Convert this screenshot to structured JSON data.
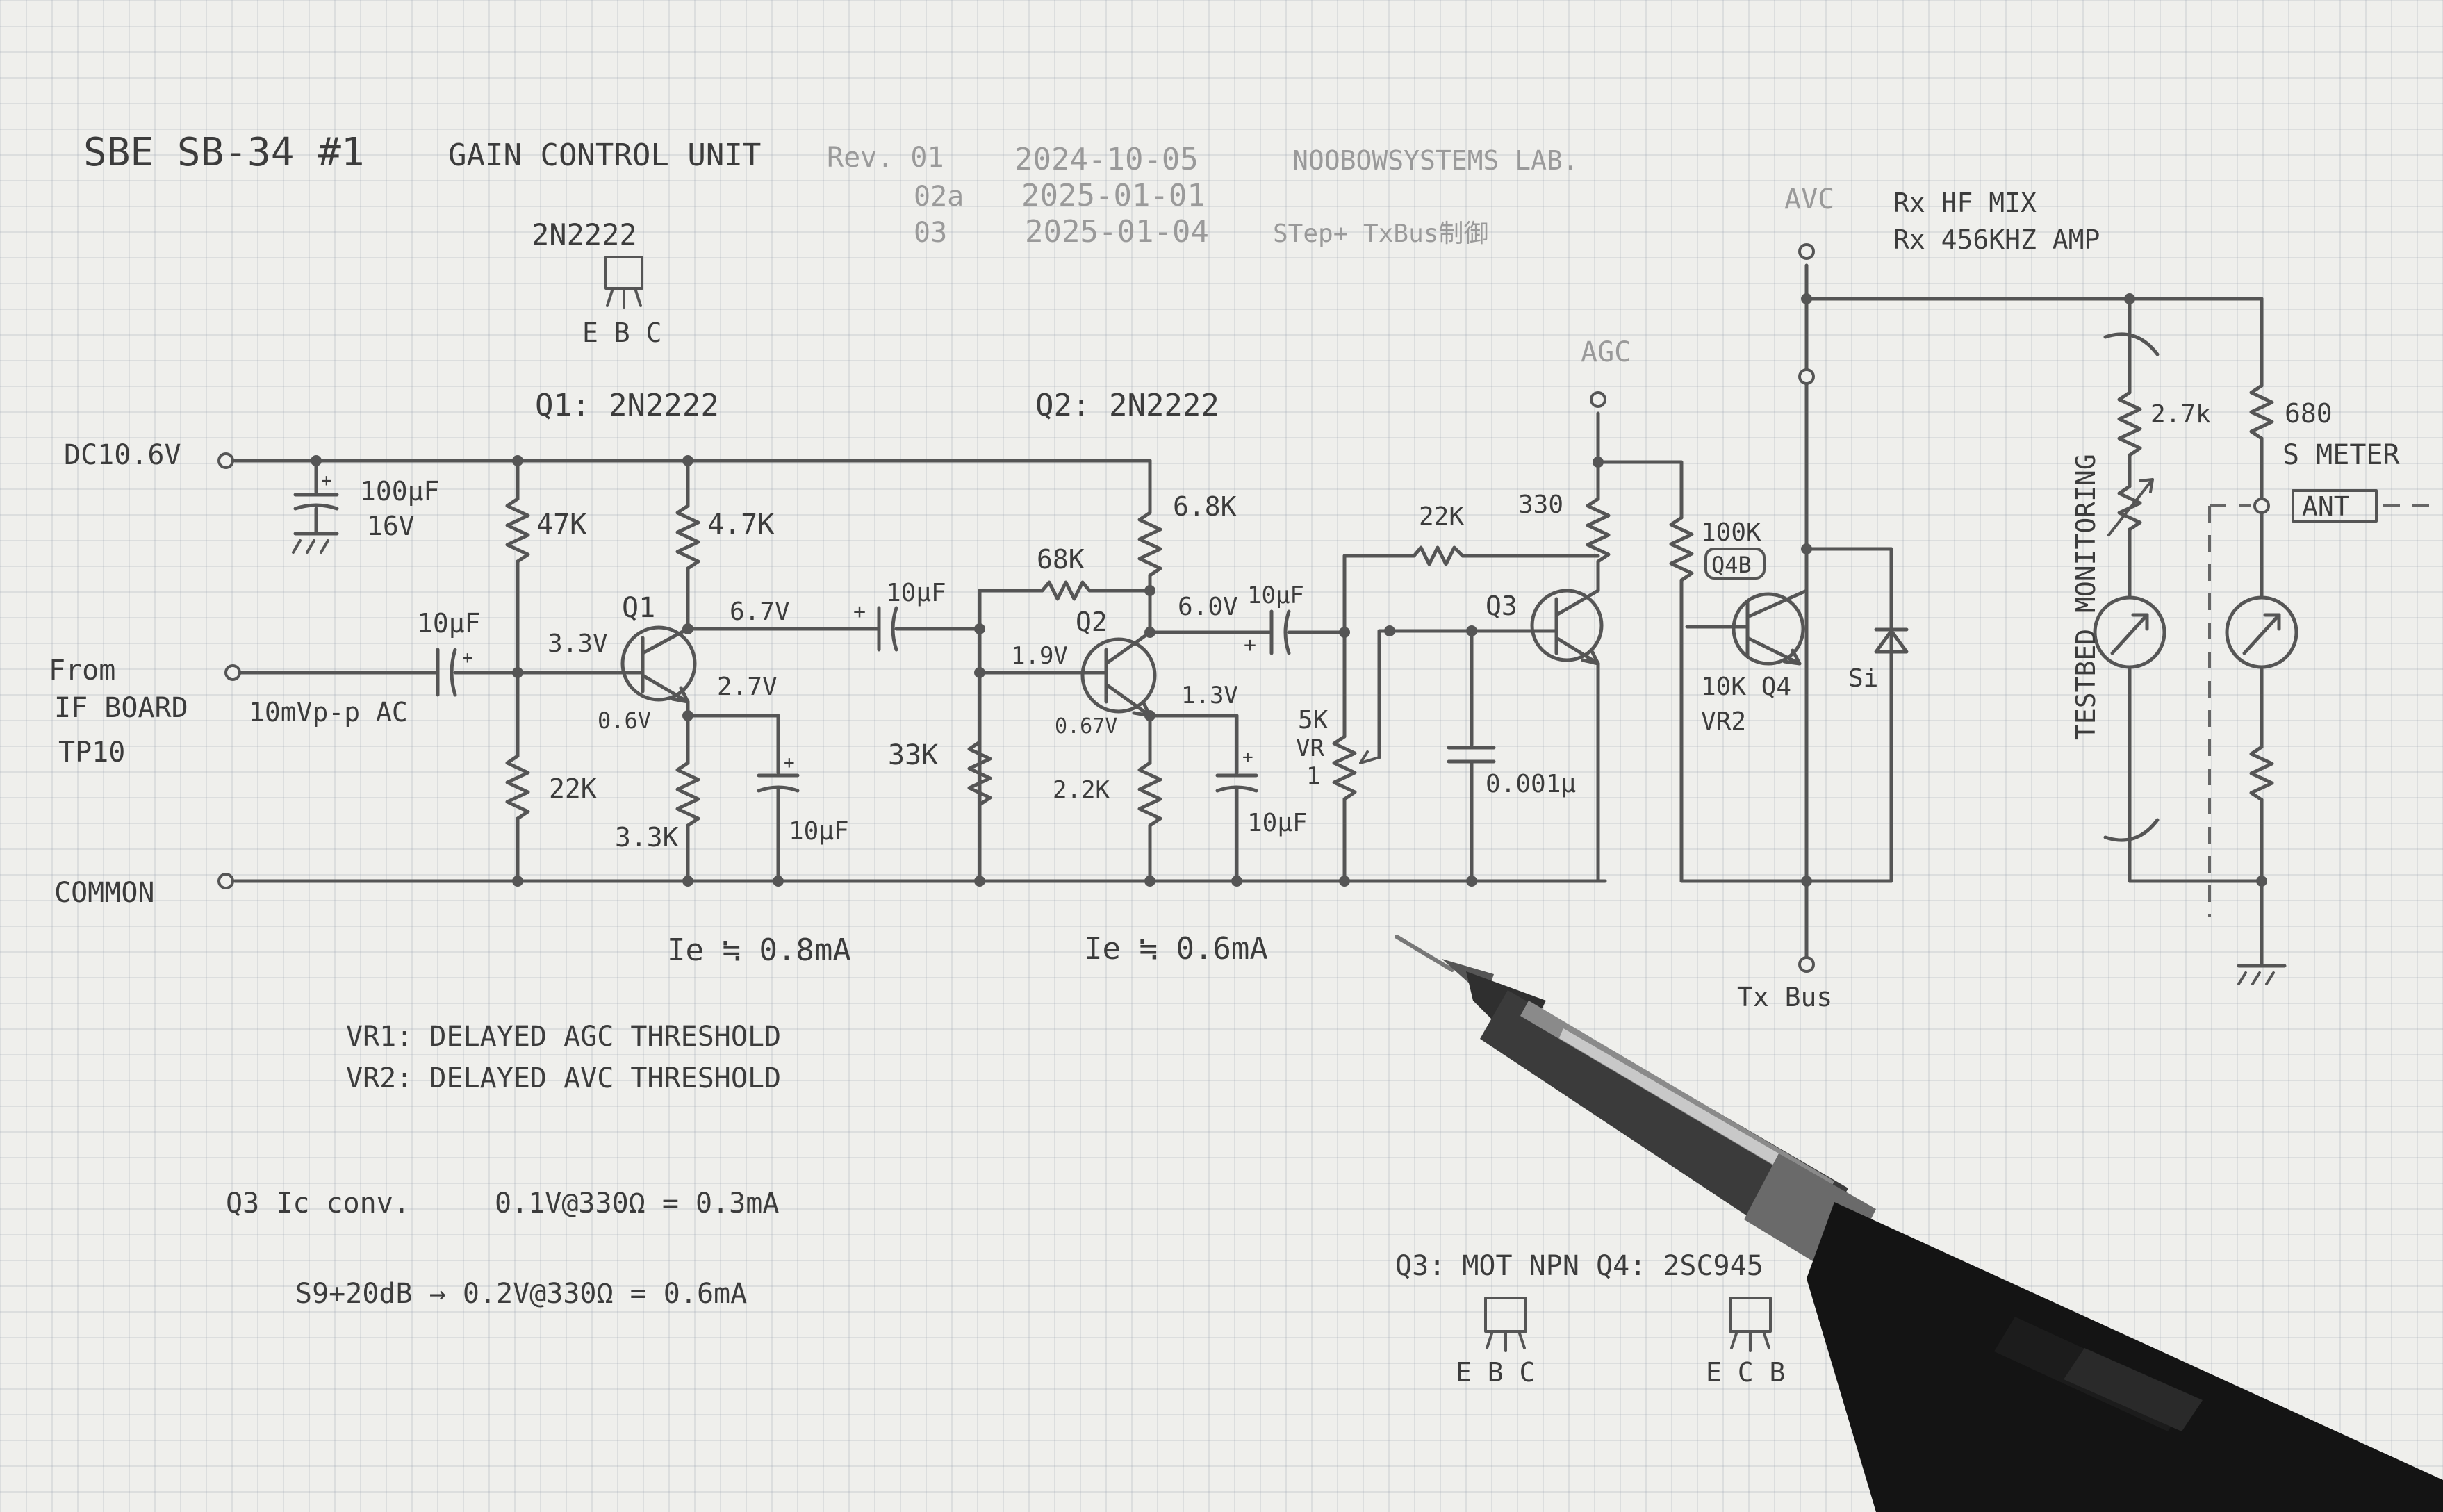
{
  "header": {
    "title": "SBE SB-34 #1",
    "subtitle": "GAIN CONTROL UNIT",
    "revisions": [
      {
        "rev": "Rev. 01",
        "date": "2024-10-05",
        "note": "NOOBOWSYSTEMS LAB."
      },
      {
        "rev": "02a",
        "date": "2025-01-01",
        "note": ""
      },
      {
        "rev": "03",
        "date": "2025-01-04",
        "note": "STep+ TxBus制御"
      }
    ]
  },
  "pinouts": {
    "q1_part": "2N2222",
    "q1_pins": "E B C",
    "q3_q4_caption": "Q3: MOT NPN  Q4: 2SC945",
    "q3_pins": "E B C",
    "q4_pins": "E C B"
  },
  "labels": {
    "q1_title": "Q1: 2N2222",
    "q2_title": "Q2: 2N2222",
    "dc_in": "DC10.6V",
    "from": "From",
    "if_board": "IF BOARD",
    "tp10": "TP10",
    "input_level": "10mVp-p AC",
    "common": "COMMON",
    "agc": "AGC",
    "avc": "AVC",
    "rx_hf_mix": "Rx HF MIX",
    "rx_456": "Rx 456KHZ AMP",
    "tx_bus": "Tx Bus",
    "testbed": "TESTBED MONITORING",
    "s_meter": "S METER",
    "ant": "ANT",
    "si": "Si",
    "q1": "Q1",
    "q2": "Q2",
    "q3": "Q3",
    "q4_label": "10K Q4",
    "vr2": "VR2",
    "q4b": "Q4B",
    "vr1_top": "5K",
    "vr1_mid": "VR",
    "vr1_bot": "1"
  },
  "components": {
    "c_100u": "100μF",
    "c_16v": "16V",
    "c_in": "10μF",
    "r_47k": "47K",
    "r_22k": "22K",
    "r_4k7": "4.7K",
    "r_3k3": "3.3K",
    "c_q1e": "10μF",
    "c_q1c": "10μF",
    "r_68k": "68K",
    "r_6k8": "6.8K",
    "r_33k": "33K",
    "r_2k2": "2.2K",
    "c_q2e": "10μF",
    "c_q2c": "10μF",
    "r_22k_b": "22K",
    "r_330": "330",
    "c_001": "0.001μ",
    "r_100k": "100K",
    "r_2k7": "2.7k",
    "r_680": "680"
  },
  "voltages": {
    "q1_b": "3.3V",
    "q1_c": "6.7V",
    "q1_e": "2.7V",
    "q1_be": "0.6V",
    "q2_b": "1.9V",
    "q2_c": "6.0V",
    "q2_e": "1.3V",
    "q2_be": "0.67V"
  },
  "currents": {
    "ie1": "Ie ≒ 0.8mA",
    "ie2": "Ie ≒ 0.6mA"
  },
  "notes": {
    "vr1": "VR1:  DELAYED AGC THRESHOLD",
    "vr2": "VR2:  DELAYED AVC THRESHOLD",
    "q3_head": "Q3 Ic conv.",
    "q3_eq1": "0.1V@330Ω = 0.3mA",
    "q3_eq2": "S9+20dB → 0.2V@330Ω = 0.6mA"
  }
}
